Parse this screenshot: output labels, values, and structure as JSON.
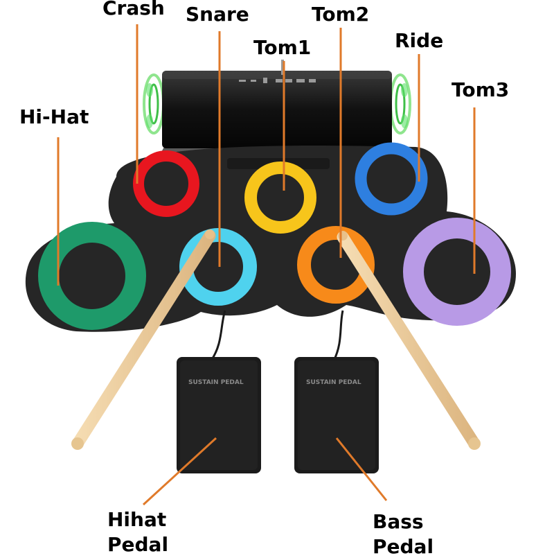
{
  "labels": {
    "crash": "Crash",
    "snare": "Snare",
    "tom2": "Tom2",
    "tom1": "Tom1",
    "ride": "Ride",
    "tom3": "Tom3",
    "hihat": "Hi-Hat",
    "hihat_pedal_line1": "Hihat",
    "hihat_pedal_line2": "Pedal",
    "bass_pedal_line1": "Bass",
    "bass_pedal_line2": "Pedal"
  },
  "pedal_print": "SUSTAIN PEDAL",
  "colors": {
    "crash": "#e8161f",
    "tom1": "#f7c51b",
    "ride": "#2e7fe0",
    "hihat": "#1e9a6a",
    "snare": "#4fd2ee",
    "tom2": "#f78a1a",
    "tom3": "#b89ae6",
    "leader": "#e07a2a",
    "stick": "#efcf9c",
    "stick_tip": "#e8c08a",
    "mat": "#262626",
    "glow": "#5ee06a"
  },
  "icons": [
    "speaker-left-icon",
    "speaker-right-icon",
    "stick-left",
    "stick-right"
  ]
}
